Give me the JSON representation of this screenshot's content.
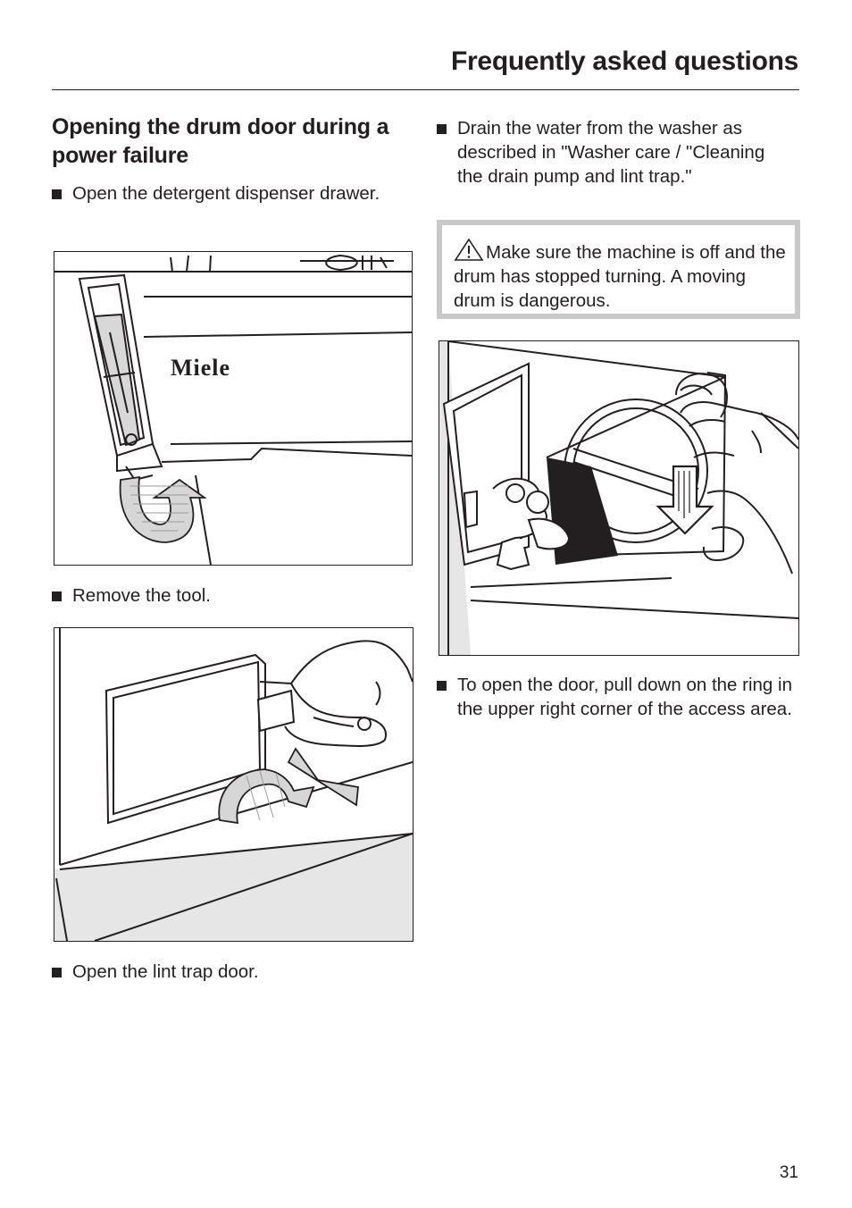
{
  "header": {
    "title": "Frequently asked questions"
  },
  "section": {
    "title": "Opening the drum door during a power failure"
  },
  "steps": [
    {
      "text": "Open the detergent dispenser drawer."
    },
    {
      "text": "Remove the tool."
    },
    {
      "text": "Open the lint trap door."
    },
    {
      "text": "Drain the water from the washer as described in \"Washer care / \"Cleaning the drain pump and lint trap.\""
    },
    {
      "text": "To open the door, pull down on the ring in the upper right corner of the access area."
    }
  ],
  "warning": {
    "icon": "warning-triangle-icon",
    "text": "Make sure the machine is off and the drum has stopped turning. A moving drum is dangerous."
  },
  "figures": {
    "dispenser": {
      "brand": "Miele"
    }
  },
  "footer": {
    "page_number": "31"
  }
}
